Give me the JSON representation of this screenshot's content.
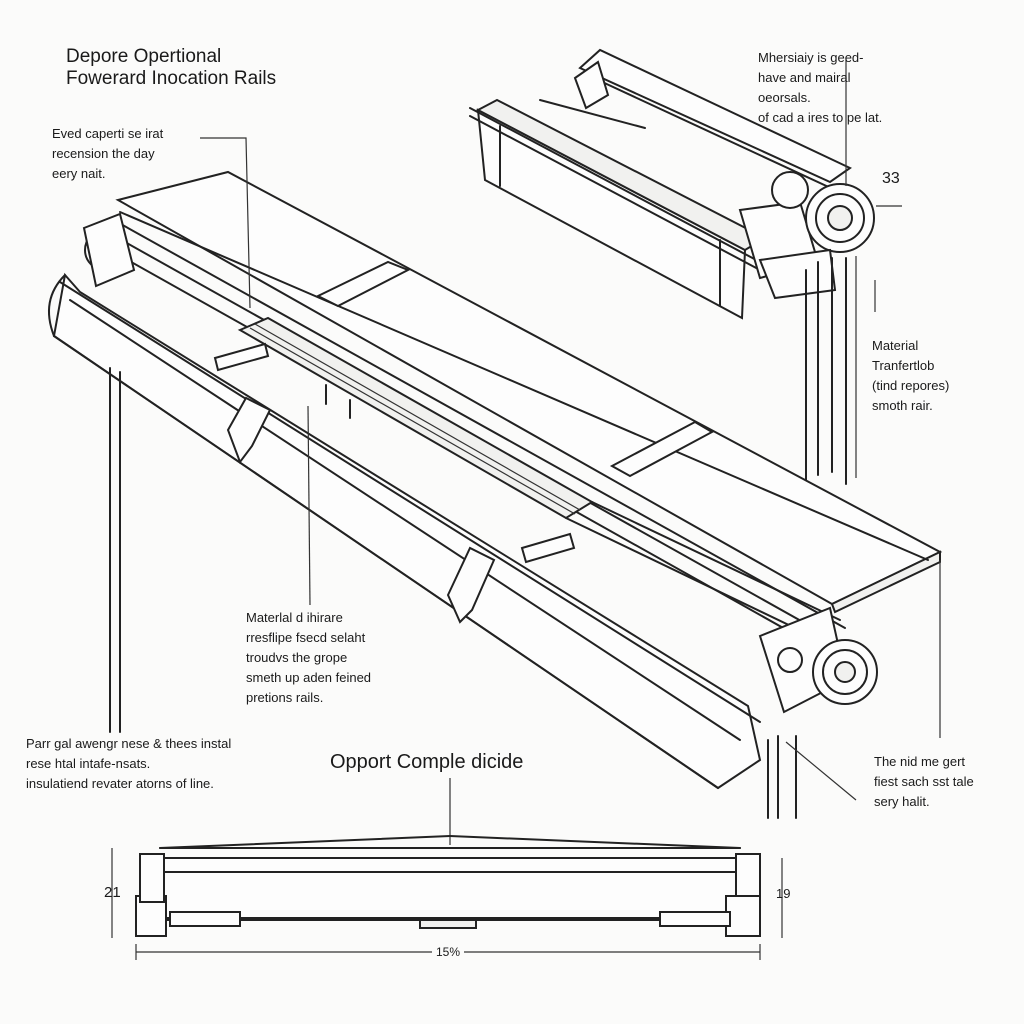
{
  "title": {
    "line1": "Depore Opertional",
    "line2": "Fowerard Inocation Rails"
  },
  "notes": {
    "top_left": [
      "Eved caperti se irat",
      "recension the day",
      "eery nait."
    ],
    "top_right": [
      "Mhersiaiy is geed-",
      "have and mairal",
      "oeorsals.",
      "of cad a ires to pe lat."
    ],
    "right_middle": [
      "Material",
      "Tranfertlob",
      "(tind repores)",
      "smoth rair."
    ],
    "center": [
      "Materlal d ihirare",
      "rresflipe fsecd selaht",
      "troudvs the grope",
      "smeth up aden feined",
      "pretions rails."
    ],
    "bottom_left": [
      "Parr gal awengr nese & thees instal",
      "rese htal intafe-nsats.",
      "insulatiend revater atorns of line."
    ],
    "bottom_right": [
      "The nid me gert",
      "fiest sach sst tale",
      "sery halit."
    ]
  },
  "center_title": "Opport Comple dicide",
  "dimensions": {
    "top_right": "33",
    "bottom_left": "21",
    "bottom_right": "19",
    "bottom_width": "15%"
  }
}
